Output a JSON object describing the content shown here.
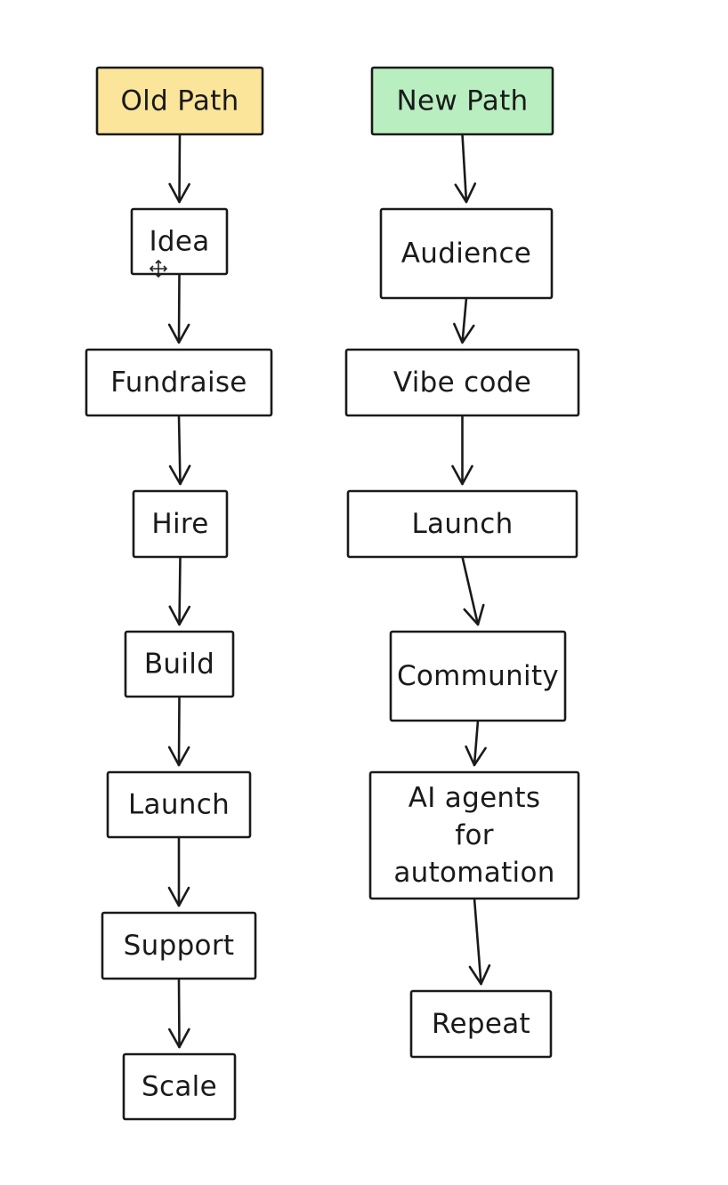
{
  "diagram": {
    "nodes": [
      {
        "id": "old-path",
        "lines": [
          "Old Path"
        ],
        "fill": "#fbe59a"
      },
      {
        "id": "idea",
        "lines": [
          "Idea"
        ],
        "fill": "#ffffff"
      },
      {
        "id": "fundraise",
        "lines": [
          "Fundraise"
        ],
        "fill": "#ffffff"
      },
      {
        "id": "hire",
        "lines": [
          "Hire"
        ],
        "fill": "#ffffff"
      },
      {
        "id": "build",
        "lines": [
          "Build"
        ],
        "fill": "#ffffff"
      },
      {
        "id": "launch-old",
        "lines": [
          "Launch"
        ],
        "fill": "#ffffff"
      },
      {
        "id": "support",
        "lines": [
          "Support"
        ],
        "fill": "#ffffff"
      },
      {
        "id": "scale",
        "lines": [
          "Scale"
        ],
        "fill": "#ffffff"
      },
      {
        "id": "new-path",
        "lines": [
          "New Path"
        ],
        "fill": "#b9efc0"
      },
      {
        "id": "audience",
        "lines": [
          "Audience"
        ],
        "fill": "#ffffff"
      },
      {
        "id": "vibe-code",
        "lines": [
          "Vibe code"
        ],
        "fill": "#ffffff"
      },
      {
        "id": "launch-new",
        "lines": [
          "Launch"
        ],
        "fill": "#ffffff"
      },
      {
        "id": "community",
        "lines": [
          "Community"
        ],
        "fill": "#ffffff"
      },
      {
        "id": "ai-agents",
        "lines": [
          "AI agents",
          "for",
          "automation"
        ],
        "fill": "#ffffff"
      },
      {
        "id": "repeat",
        "lines": [
          "Repeat"
        ],
        "fill": "#ffffff"
      }
    ],
    "edges": [
      {
        "from": "old-path",
        "to": "idea"
      },
      {
        "from": "idea",
        "to": "fundraise"
      },
      {
        "from": "fundraise",
        "to": "hire"
      },
      {
        "from": "hire",
        "to": "build"
      },
      {
        "from": "build",
        "to": "launch-old"
      },
      {
        "from": "launch-old",
        "to": "support"
      },
      {
        "from": "support",
        "to": "scale"
      },
      {
        "from": "new-path",
        "to": "audience"
      },
      {
        "from": "audience",
        "to": "vibe-code"
      },
      {
        "from": "vibe-code",
        "to": "launch-new"
      },
      {
        "from": "launch-new",
        "to": "community"
      },
      {
        "from": "community",
        "to": "ai-agents"
      },
      {
        "from": "ai-agents",
        "to": "repeat"
      }
    ],
    "stroke_color": "#1a1a1a"
  }
}
